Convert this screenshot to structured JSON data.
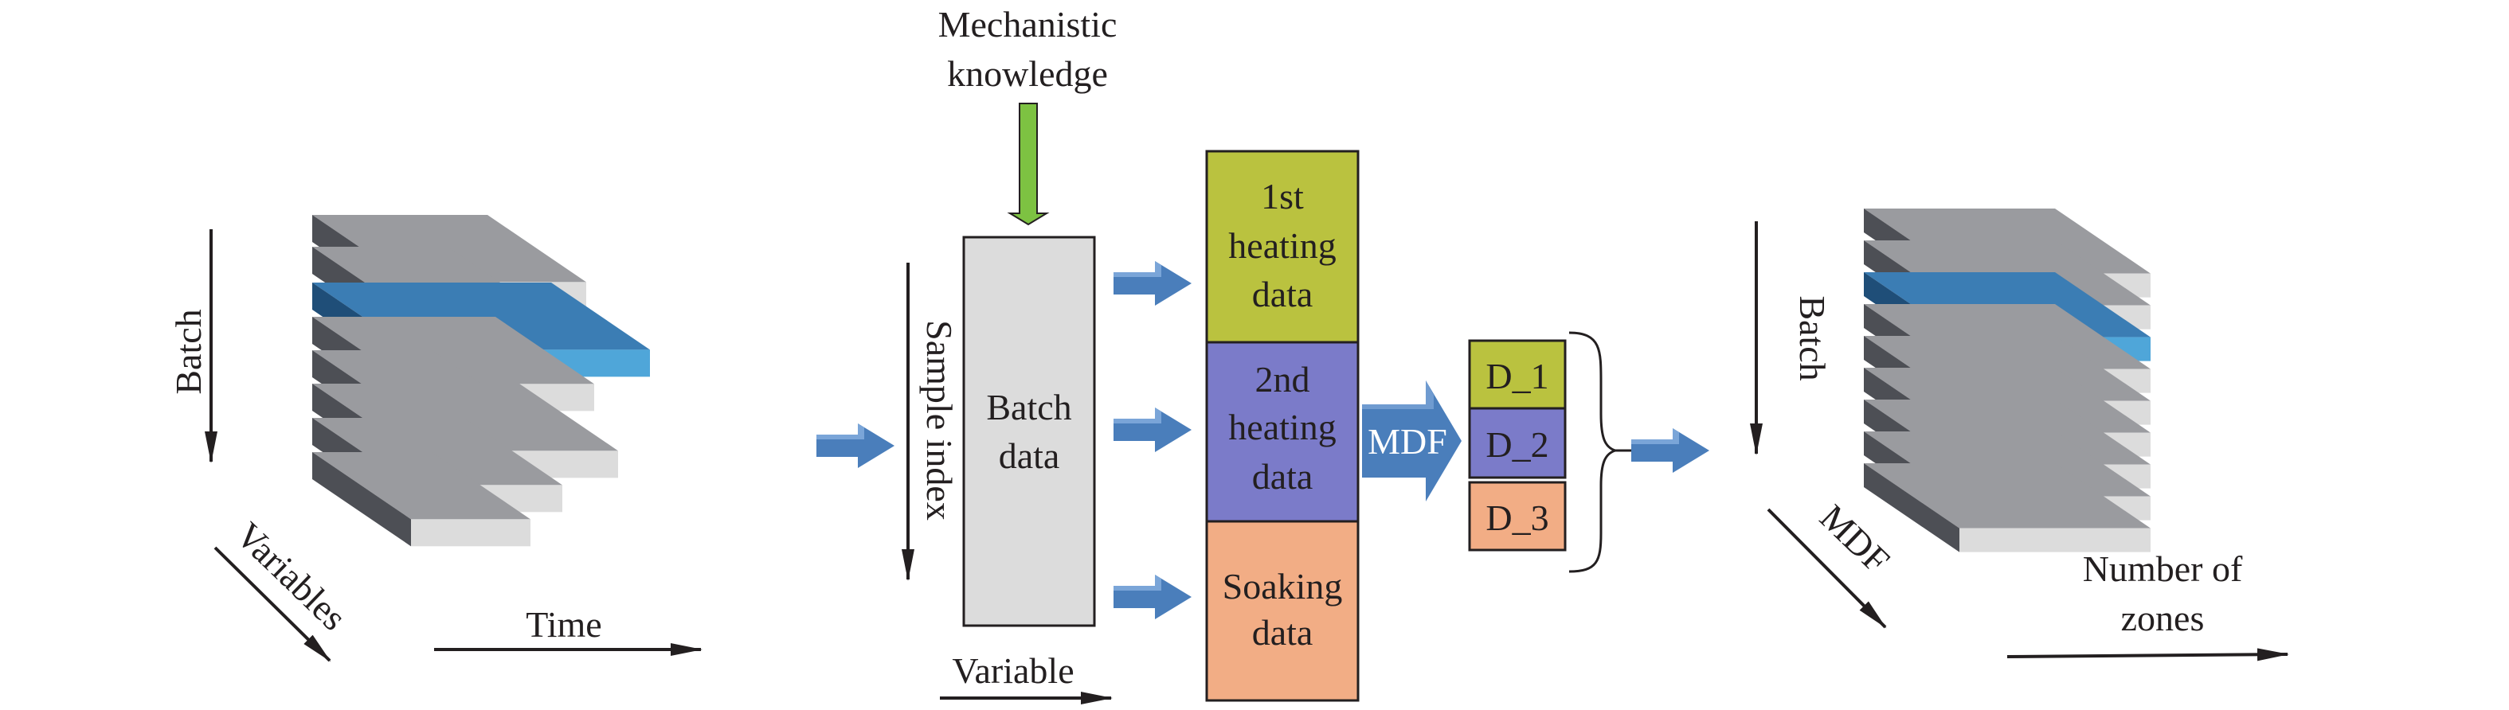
{
  "labels": {
    "mechanistic_line1": "Mechanistic",
    "mechanistic_line2": "knowledge",
    "batch_left": "Batch",
    "variables": "Variables",
    "time": "Time",
    "sample_index": "Sample index",
    "batch_data_line1": "Batch",
    "batch_data_line2": "data",
    "variable": "Variable",
    "heat1_line1": "1st",
    "heat1_line2": "heating",
    "heat1_line3": "data",
    "heat2_line1": "2nd",
    "heat2_line2": "heating",
    "heat2_line3": "data",
    "soak_line1": "Soaking",
    "soak_line2": "data",
    "mdf_arrow": "MDF",
    "d1": "D_1",
    "d2": "D_2",
    "d3": "D_3",
    "batch_right": "Batch",
    "mdf_axis": "MDF",
    "zones_line1": "Number of",
    "zones_line2": "zones"
  },
  "colors": {
    "heating1": "#bac23f",
    "heating2": "#7b7bc9",
    "soaking": "#f2ad85",
    "highlight": "#4fa6d9",
    "knowledge_arrow": "#7dc242",
    "flow_arrow": "#4a7ebb",
    "slab": "#dcdcdc"
  }
}
